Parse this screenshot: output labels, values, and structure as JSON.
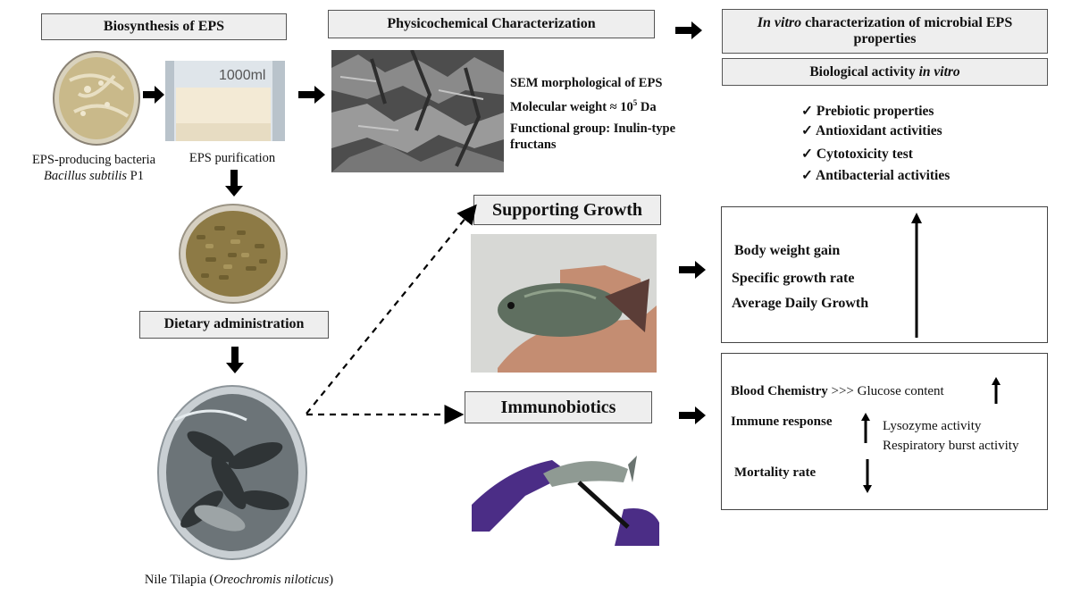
{
  "headers": {
    "biosynthesis": "Biosynthesis of EPS",
    "physicochemical": "Physicochemical Characterization",
    "invitro_italic": "In vitro",
    "invitro_rest": " characterization of microbial EPS properties",
    "bioactivity_prefix": "Biological activity ",
    "bioactivity_italic": "in vitro",
    "supporting": "Supporting Growth",
    "immunobiotics": "Immunobiotics",
    "dietary": "Dietary administration"
  },
  "captions": {
    "bacteria_line1": "EPS-producing bacteria",
    "bacteria_italic": "Bacillus subtilis",
    "bacteria_strain": " P1",
    "purification": "EPS purification",
    "tilapia_prefix": "Nile Tilapia (",
    "tilapia_italic": "Oreochromis niloticus",
    "tilapia_suffix": ")",
    "beaker_label": "1000ml"
  },
  "sem": {
    "morphology": "SEM morphological of EPS",
    "mw_prefix": "Molecular weight ≈ 10",
    "mw_sup": "5",
    "mw_unit": " Da",
    "functional_line1": "Functional group: Inulin-type",
    "functional_line2": "fructans"
  },
  "bioactivities": [
    "Prebiotic properties",
    "Antioxidant activities",
    "Cytotoxicity test",
    "Antibacterial  activities"
  ],
  "check_mark": "✓",
  "growth": [
    "Body weight gain",
    "Specific growth rate",
    "Average Daily Growth"
  ],
  "immune": {
    "blood_label": "Blood Chemistry",
    "blood_sep": " >>> ",
    "blood_value": "Glucose content",
    "immune_label": "Immune response",
    "lysozyme": "Lysozyme activity",
    "respiratory": "Respiratory burst activity",
    "mortality_label": "Mortality rate"
  },
  "colors": {
    "box_fill": "#eeeeee",
    "glove": "#4b2d86",
    "agar": "#c9b98a"
  }
}
